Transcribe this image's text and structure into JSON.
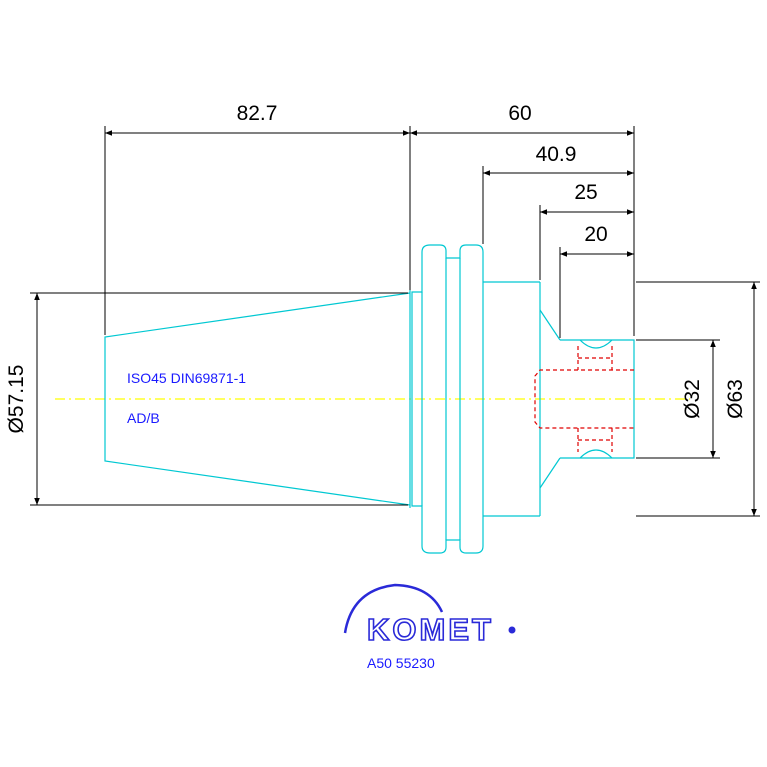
{
  "dimensions": {
    "length_taper": "82.7",
    "length_total": "60",
    "length_body": "40.9",
    "length_step": "25",
    "length_bore": "20",
    "dia_taper": "Ø57.15",
    "dia_bore": "Ø32",
    "dia_body": "Ø63"
  },
  "labels": {
    "standard": "ISO45 DIN69871-1",
    "variant": "AD/B",
    "part_number": "A50 55230"
  },
  "logo": {
    "brand": "KOMET"
  },
  "colors": {
    "outline": "#00c8d2",
    "centerline": "#ffff00",
    "hidden": "#e00000",
    "dimension": "#000000",
    "label": "#1a1aff",
    "logo": "#2a2ad8"
  }
}
